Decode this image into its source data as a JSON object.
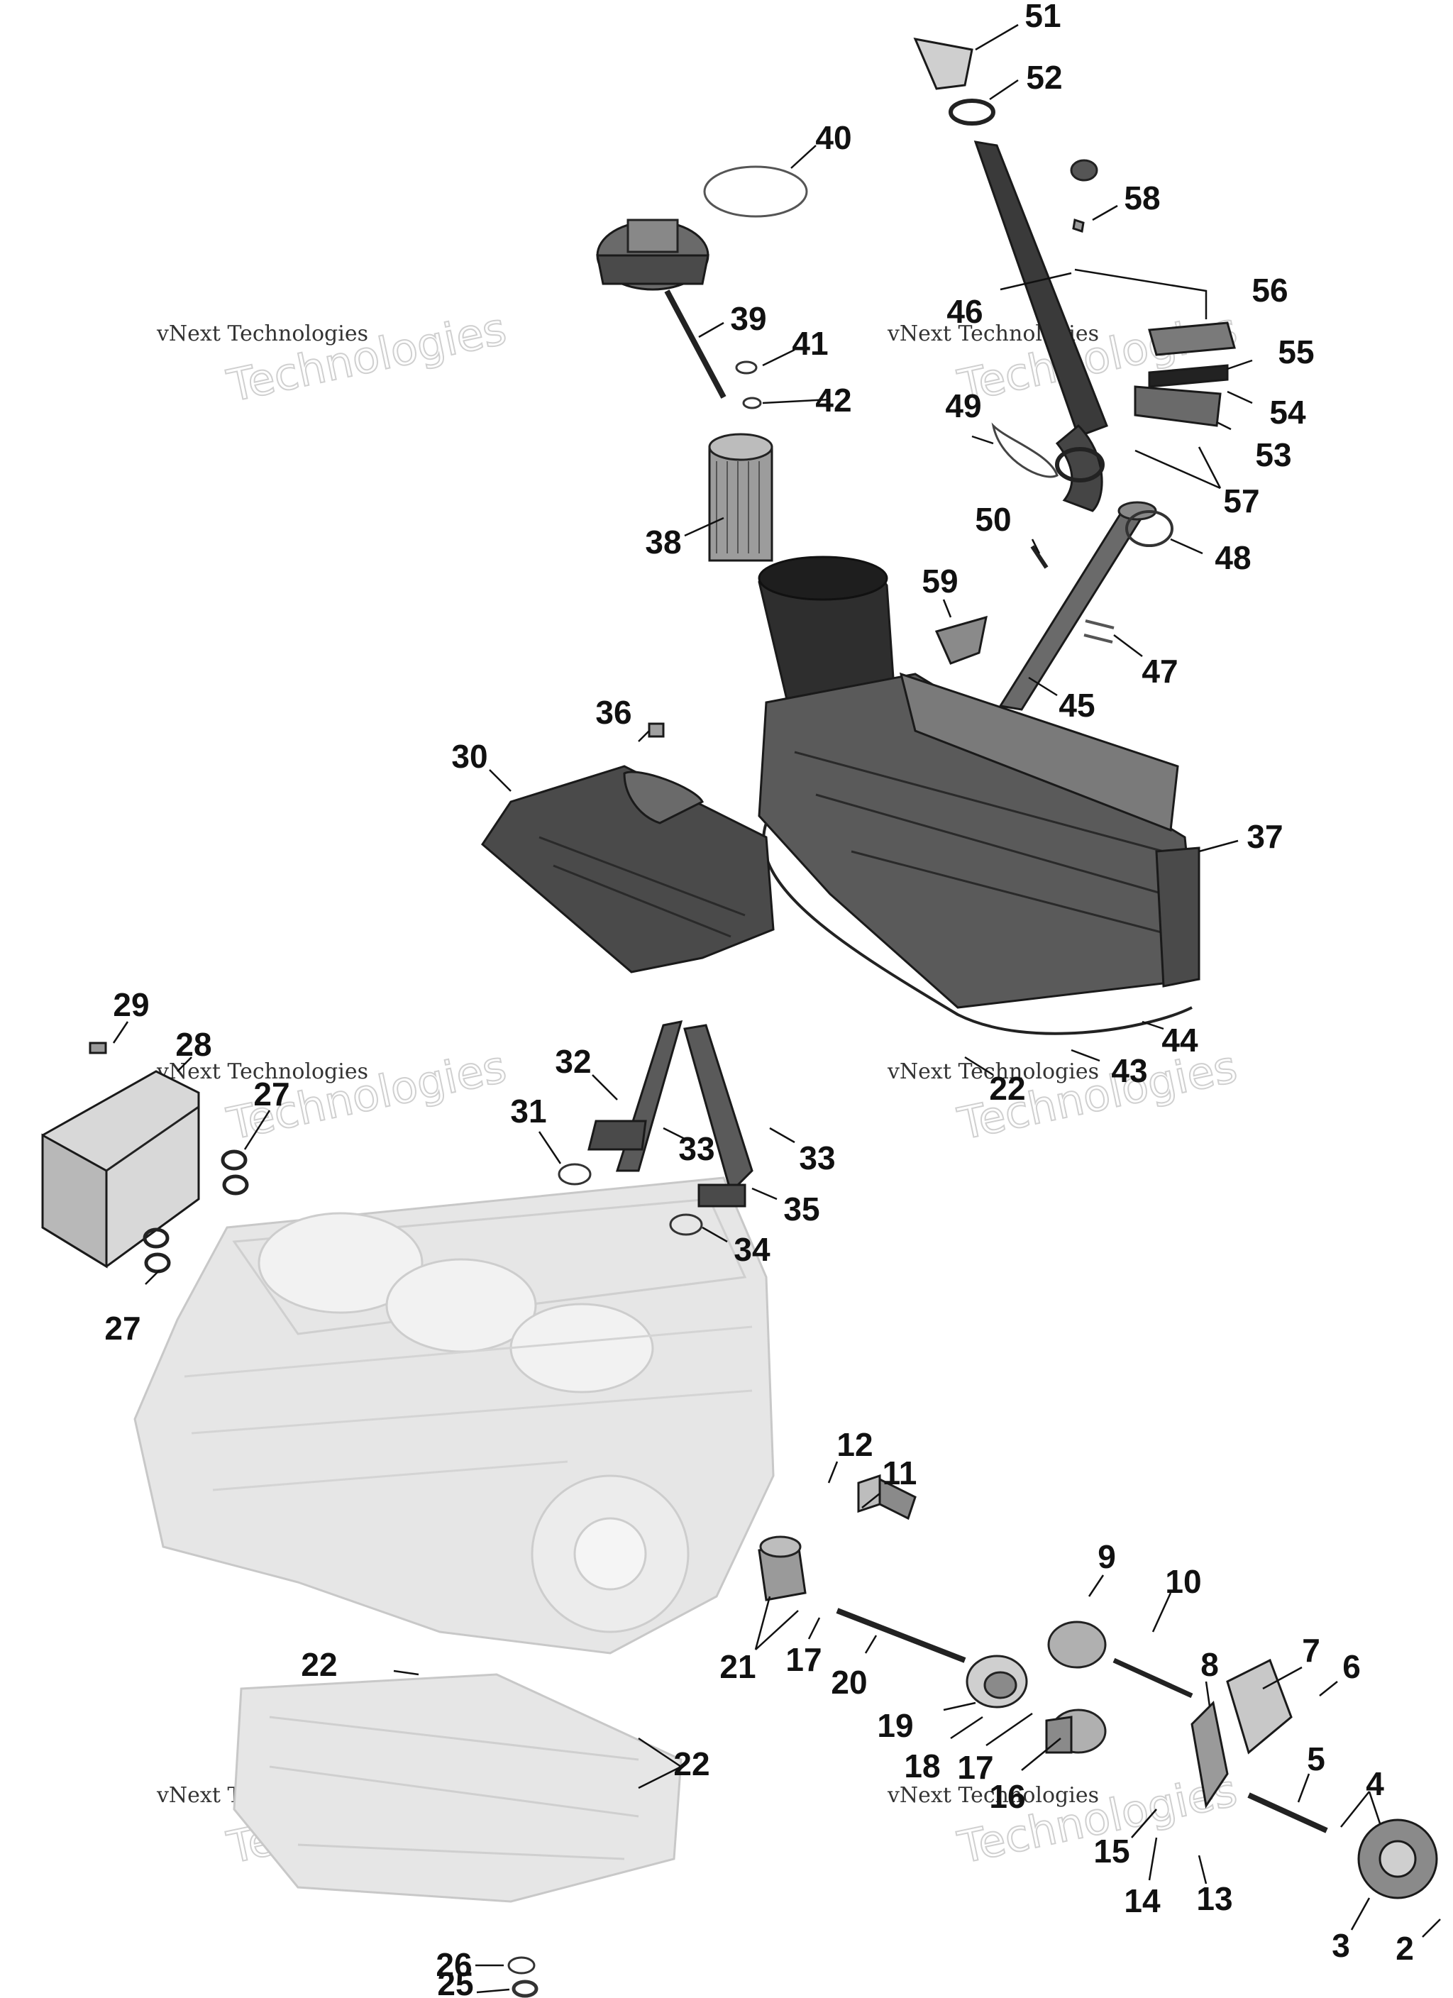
{
  "callouts": [
    {
      "label": "51"
    },
    {
      "label": "52"
    },
    {
      "label": "40"
    },
    {
      "label": "58"
    },
    {
      "label": "39"
    },
    {
      "label": "46"
    },
    {
      "label": "56"
    },
    {
      "label": "41"
    },
    {
      "label": "55"
    },
    {
      "label": "42"
    },
    {
      "label": "54"
    },
    {
      "label": "49"
    },
    {
      "label": "53"
    },
    {
      "label": "57"
    },
    {
      "label": "38"
    },
    {
      "label": "50"
    },
    {
      "label": "48"
    },
    {
      "label": "59"
    },
    {
      "label": "47"
    },
    {
      "label": "45"
    },
    {
      "label": "36"
    },
    {
      "label": "30"
    },
    {
      "label": "37"
    },
    {
      "label": "29"
    },
    {
      "label": "28"
    },
    {
      "label": "44"
    },
    {
      "label": "43"
    },
    {
      "label": "27"
    },
    {
      "label": "32"
    },
    {
      "label": "22"
    },
    {
      "label": "31"
    },
    {
      "label": "33"
    },
    {
      "label": "33"
    },
    {
      "label": "35"
    },
    {
      "label": "34"
    },
    {
      "label": "27"
    },
    {
      "label": "12"
    },
    {
      "label": "11"
    },
    {
      "label": "9"
    },
    {
      "label": "10"
    },
    {
      "label": "21"
    },
    {
      "label": "17"
    },
    {
      "label": "20"
    },
    {
      "label": "8"
    },
    {
      "label": "7"
    },
    {
      "label": "6"
    },
    {
      "label": "19"
    },
    {
      "label": "22"
    },
    {
      "label": "18"
    },
    {
      "label": "17"
    },
    {
      "label": "16"
    },
    {
      "label": "22"
    },
    {
      "label": "5"
    },
    {
      "label": "4"
    },
    {
      "label": "15"
    },
    {
      "label": "14"
    },
    {
      "label": "13"
    },
    {
      "label": "3"
    },
    {
      "label": "2"
    },
    {
      "label": "26"
    },
    {
      "label": "25"
    }
  ],
  "watermarks": [
    {
      "line1": "vNext Technologies",
      "line2": "Technologies"
    },
    {
      "line1": "vNext Technologies",
      "line2": "Technologies"
    },
    {
      "line1": "vNext Technologies",
      "line2": "Technologies"
    },
    {
      "line1": "vNext Technologies",
      "line2": "Technologies"
    },
    {
      "line1": "vNext Technologies",
      "line2": "Technologies"
    },
    {
      "line1": "vNext Technologies",
      "line2": "Technologies"
    }
  ]
}
